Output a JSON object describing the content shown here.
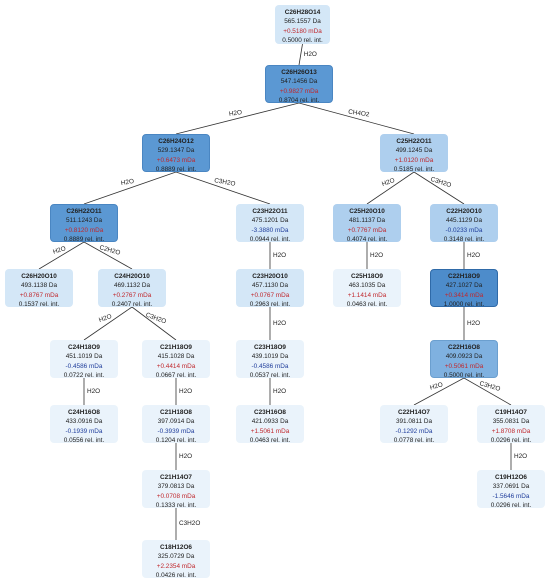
{
  "nodes": [
    {
      "id": "n1",
      "formula": "C26H28O14",
      "mass": "565.1557 Da",
      "error": "+0.5180 mDa",
      "err_sign": "pos",
      "intensity": "0.5000 rel. int.",
      "level": "l1"
    },
    {
      "id": "n2",
      "formula": "C26H26O13",
      "mass": "547.1456 Da",
      "error": "+0.9827 mDa",
      "err_sign": "pos",
      "intensity": "0.8704 rel. int.",
      "level": "l4"
    },
    {
      "id": "n3",
      "formula": "C26H24O12",
      "mass": "529.1347 Da",
      "error": "+0.6473 mDa",
      "err_sign": "pos",
      "intensity": "0.8889 rel. int.",
      "level": "l4"
    },
    {
      "id": "n4",
      "formula": "C25H22O11",
      "mass": "499.1245 Da",
      "error": "+1.0120 mDa",
      "err_sign": "pos",
      "intensity": "0.5185 rel. int.",
      "level": "l2"
    },
    {
      "id": "n5",
      "formula": "C26H22O11",
      "mass": "511.1243 Da",
      "error": "+0.8120 mDa",
      "err_sign": "pos",
      "intensity": "0.8889 rel. int.",
      "level": "l4"
    },
    {
      "id": "n6",
      "formula": "C23H22O11",
      "mass": "475.1201 Da",
      "error": "-3.3880 mDa",
      "err_sign": "neg",
      "intensity": "0.0944 rel. int.",
      "level": "l1"
    },
    {
      "id": "n7",
      "formula": "C25H20O10",
      "mass": "481.1137 Da",
      "error": "+0.7767 mDa",
      "err_sign": "pos",
      "intensity": "0.4074 rel. int.",
      "level": "l2"
    },
    {
      "id": "n8",
      "formula": "C22H20O10",
      "mass": "445.1129 Da",
      "error": "-0.0233 mDa",
      "err_sign": "neg",
      "intensity": "0.3148 rel. int.",
      "level": "l2"
    },
    {
      "id": "n9",
      "formula": "C26H20O10",
      "mass": "493.1138 Da",
      "error": "+0.8767 mDa",
      "err_sign": "pos",
      "intensity": "0.1537 rel. int.",
      "level": "l1"
    },
    {
      "id": "n10",
      "formula": "C24H20O10",
      "mass": "469.1132 Da",
      "error": "+0.2767 mDa",
      "err_sign": "pos",
      "intensity": "0.2407 rel. int.",
      "level": "l1"
    },
    {
      "id": "n11",
      "formula": "C23H20O10",
      "mass": "457.1130 Da",
      "error": "+0.0767 mDa",
      "err_sign": "pos",
      "intensity": "0.2963 rel. int.",
      "level": "l1"
    },
    {
      "id": "n12",
      "formula": "C25H18O9",
      "mass": "463.1035 Da",
      "error": "+1.1414 mDa",
      "err_sign": "pos",
      "intensity": "0.0463 rel. int.",
      "level": "l0"
    },
    {
      "id": "n13",
      "formula": "C22H18O9",
      "mass": "427.1027 Da",
      "error": "+0.3414 mDa",
      "err_sign": "pos",
      "intensity": "1.0000 rel. int.",
      "level": "l5"
    },
    {
      "id": "n14",
      "formula": "C24H18O9",
      "mass": "451.1019 Da",
      "error": "-0.4586 mDa",
      "err_sign": "neg",
      "intensity": "0.0722 rel. int.",
      "level": "l0"
    },
    {
      "id": "n15",
      "formula": "C21H18O9",
      "mass": "415.1028 Da",
      "error": "+0.4414 mDa",
      "err_sign": "pos",
      "intensity": "0.0667 rel. int.",
      "level": "l0"
    },
    {
      "id": "n16",
      "formula": "C23H18O9",
      "mass": "439.1019 Da",
      "error": "-0.4586 mDa",
      "err_sign": "neg",
      "intensity": "0.0537 rel. int.",
      "level": "l0"
    },
    {
      "id": "n17",
      "formula": "C22H16O8",
      "mass": "409.0923 Da",
      "error": "+0.5061 mDa",
      "err_sign": "pos",
      "intensity": "0.5000 rel. int.",
      "level": "l3"
    },
    {
      "id": "n18",
      "formula": "C24H16O8",
      "mass": "433.0916 Da",
      "error": "-0.1939 mDa",
      "err_sign": "neg",
      "intensity": "0.0556 rel. int.",
      "level": "l0"
    },
    {
      "id": "n19",
      "formula": "C21H18O8",
      "mass": "397.0914 Da",
      "error": "-0.3939 mDa",
      "err_sign": "neg",
      "intensity": "0.1204 rel. int.",
      "level": "l0"
    },
    {
      "id": "n20",
      "formula": "C23H16O8",
      "mass": "421.0933 Da",
      "error": "+1.5061 mDa",
      "err_sign": "pos",
      "intensity": "0.0463 rel. int.",
      "level": "l0"
    },
    {
      "id": "n21",
      "formula": "C22H14O7",
      "mass": "391.0811 Da",
      "error": "-0.1292 mDa",
      "err_sign": "neg",
      "intensity": "0.0778 rel. int.",
      "level": "l0"
    },
    {
      "id": "n22",
      "formula": "C19H14O7",
      "mass": "355.0831 Da",
      "error": "+1.8708 mDa",
      "err_sign": "pos",
      "intensity": "0.0296 rel. int.",
      "level": "l0"
    },
    {
      "id": "n23",
      "formula": "C21H14O7",
      "mass": "379.0813 Da",
      "error": "+0.0708 mDa",
      "err_sign": "pos",
      "intensity": "0.1333 rel. int.",
      "level": "l0"
    },
    {
      "id": "n24",
      "formula": "C19H12O6",
      "mass": "337.0691 Da",
      "error": "-1.5646 mDa",
      "err_sign": "neg",
      "intensity": "0.0296 rel. int.",
      "level": "l0"
    },
    {
      "id": "n25",
      "formula": "C18H12O6",
      "mass": "325.0729 Da",
      "error": "+2.2354 mDa",
      "err_sign": "pos",
      "intensity": "0.0426 rel. int.",
      "level": "l0"
    }
  ],
  "edges": [
    {
      "from": "n1",
      "to": "n2",
      "label": "H2O"
    },
    {
      "from": "n2",
      "to": "n3",
      "label": "H2O"
    },
    {
      "from": "n2",
      "to": "n4",
      "label": "CH4O2"
    },
    {
      "from": "n3",
      "to": "n5",
      "label": "H2O"
    },
    {
      "from": "n3",
      "to": "n6",
      "label": "C3H2O"
    },
    {
      "from": "n4",
      "to": "n7",
      "label": "H2O"
    },
    {
      "from": "n4",
      "to": "n8",
      "label": "C3H2O"
    },
    {
      "from": "n5",
      "to": "n9",
      "label": "H2O"
    },
    {
      "from": "n5",
      "to": "n10",
      "label": "C2H2O"
    },
    {
      "from": "n6",
      "to": "n11",
      "label": "H2O"
    },
    {
      "from": "n7",
      "to": "n12",
      "label": "H2O"
    },
    {
      "from": "n8",
      "to": "n13",
      "label": "H2O"
    },
    {
      "from": "n10",
      "to": "n14",
      "label": "H2O"
    },
    {
      "from": "n10",
      "to": "n15",
      "label": "C3H2O"
    },
    {
      "from": "n11",
      "to": "n16",
      "label": "H2O"
    },
    {
      "from": "n13",
      "to": "n17",
      "label": "H2O"
    },
    {
      "from": "n14",
      "to": "n18",
      "label": "H2O"
    },
    {
      "from": "n15",
      "to": "n19",
      "label": "H2O"
    },
    {
      "from": "n16",
      "to": "n20",
      "label": "H2O"
    },
    {
      "from": "n17",
      "to": "n21",
      "label": "H2O"
    },
    {
      "from": "n17",
      "to": "n22",
      "label": "C3H2O"
    },
    {
      "from": "n19",
      "to": "n23",
      "label": "H2O"
    },
    {
      "from": "n22",
      "to": "n24",
      "label": "H2O"
    },
    {
      "from": "n23",
      "to": "n25",
      "label": "C3H2O"
    }
  ],
  "colors": {
    "edge": "#333333",
    "positive_error": "#c0282d",
    "negative_error": "#1f3d9b",
    "node_shades": [
      "#eaf3fb",
      "#d4e7f7",
      "#aecfee",
      "#7fb1e0",
      "#5b98d3",
      "#4d8ccb"
    ]
  }
}
